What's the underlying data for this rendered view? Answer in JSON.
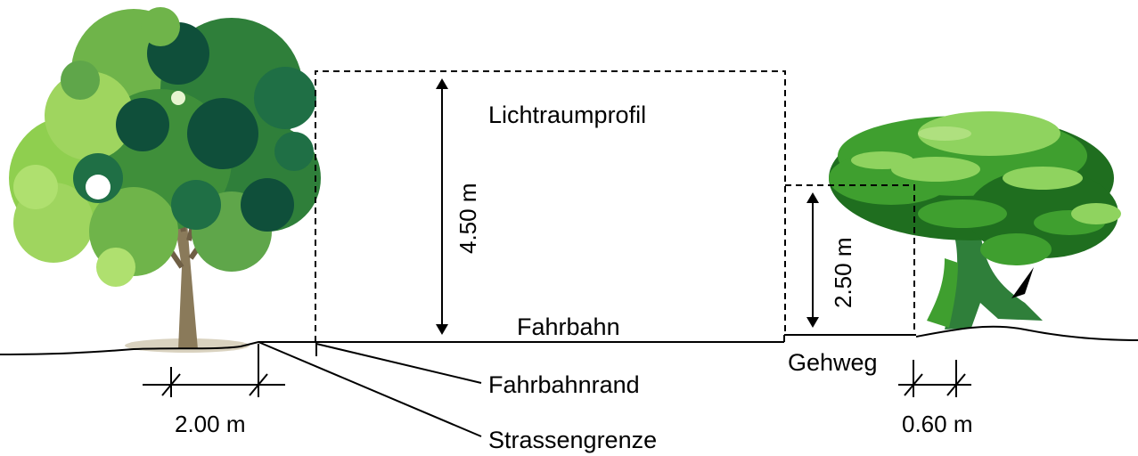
{
  "labels": {
    "lichtraumprofil": "Lichtraumprofil",
    "fahrbahn": "Fahrbahn",
    "gehweg": "Gehweg",
    "fahrbahnrand": "Fahrbahnrand",
    "strassengrenze": "Strassengrenze"
  },
  "dimensions": {
    "road_clearance_height": "4.50 m",
    "sidewalk_clearance_height": "2.50 m",
    "left_tree_offset": "2.00 m",
    "right_tree_offset": "0.60 m"
  },
  "colors": {
    "line": "#000000",
    "tree_dark": "#0f4f3a",
    "tree_mid": "#2f7f3a",
    "tree_light": "#8fcf4f",
    "bush_dark": "#1f6e1f",
    "bush_mid": "#3f9f2f",
    "bush_light": "#8fd35f",
    "trunk": "#8a7a5a",
    "ground_shadow": "#d9d2bf"
  },
  "icons": {
    "left_tree": "deciduous-tree-icon",
    "right_bush": "bush-icon"
  }
}
